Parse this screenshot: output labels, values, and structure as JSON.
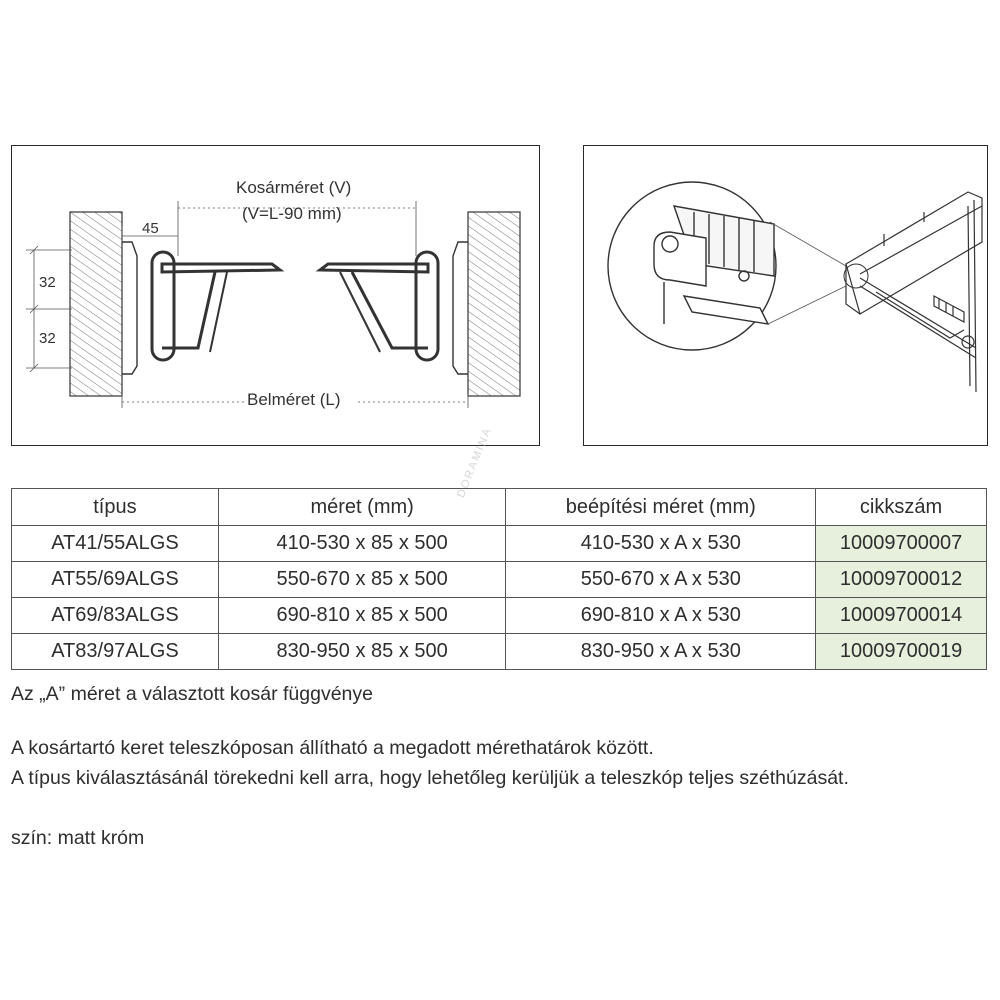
{
  "diagram_left": {
    "basket_size_label": "Kosárméret (V)",
    "basket_formula": "(V=L-90 mm)",
    "inner_size_label": "Belméret (L)",
    "dim_45": "45",
    "dim_32_top": "32",
    "dim_32_bottom": "32"
  },
  "watermark": "DORAMINA",
  "table": {
    "headers": [
      "típus",
      "méret (mm)",
      "beépítési méret (mm)",
      "cikkszám"
    ],
    "rows": [
      [
        "AT41/55ALGS",
        "410-530 x 85 x 500",
        "410-530 x A x 530",
        "10009700007"
      ],
      [
        "AT55/69ALGS",
        "550-670 x 85 x 500",
        "550-670 x A x 530",
        "10009700012"
      ],
      [
        "AT69/83ALGS",
        "690-810 x 85 x 500",
        "690-810 x A x 530",
        "10009700014"
      ],
      [
        "AT83/97ALGS",
        "830-950 x 85 x 500",
        "830-950 x A x 530",
        "10009700019"
      ]
    ]
  },
  "notes": {
    "a_size": "Az „A” méret a választott kosár függvénye",
    "telescopic_1": "A kosártartó keret teleszkóposan állítható a megadott mérethatárok között.",
    "telescopic_2": "A típus kiválasztásánál törekedni kell arra, hogy lehetőleg kerüljük a teleszkóp teljes széthúzását.",
    "color": "szín: matt króm"
  },
  "colors": {
    "code_cell_bg": "#e7f0dd",
    "line": "#2a2a2a"
  }
}
